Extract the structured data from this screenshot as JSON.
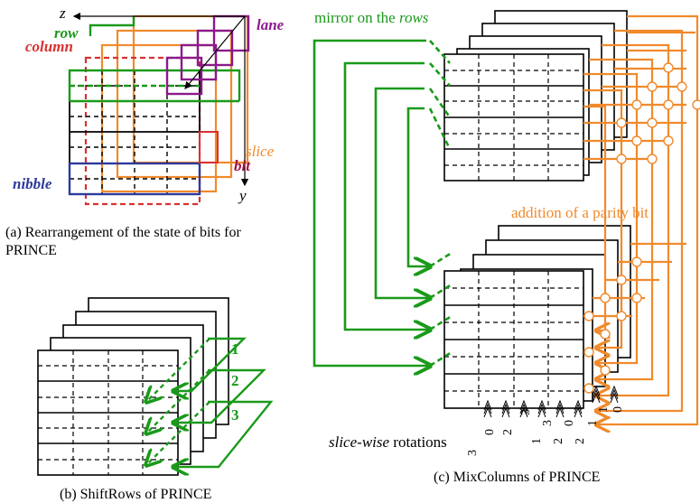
{
  "colors": {
    "black": "#000000",
    "green": "#1a9a1a",
    "orange": "#f08a2c",
    "purple": "#8b1a8b",
    "red": "#d93030",
    "blue": "#2e3a9a"
  },
  "panel_a": {
    "axis_z": "z",
    "axis_y": "y",
    "label_row": "row",
    "label_lane": "lane",
    "label_column": "column",
    "label_slice": "slice",
    "label_bit": "bit",
    "label_nibble": "nibble",
    "caption_line1": "(a) Rearrangement of the state of bits for",
    "caption_line2": "PRINCE"
  },
  "panel_b": {
    "step_labels": [
      "1",
      "2",
      "3"
    ],
    "caption": "(b) ShiftRows of PRINCE"
  },
  "panel_c": {
    "mirror_prefix": "mirror on the ",
    "mirror_em": "rows",
    "parity_text": "addition of a parity bit",
    "rotation_em": "slice-wise",
    "rotation_rest": " rotations",
    "rotation_values": [
      "3",
      "0",
      "2",
      "3",
      "1",
      "3",
      "2",
      "0",
      "2",
      "1",
      "1",
      "0"
    ],
    "caption": "(c) MixColumns of PRINCE"
  }
}
